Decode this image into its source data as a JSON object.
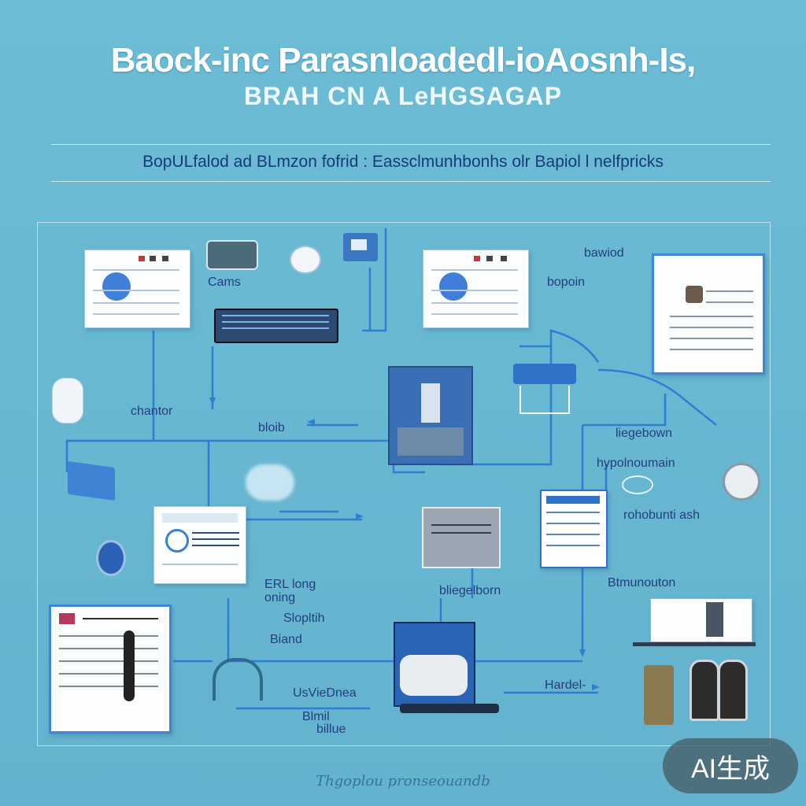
{
  "header": {
    "title": "Baock-inc Parasnloadedl-ioAosnh-Is,",
    "subtitle": "BRAH CN A LeHGSAGAP",
    "tagline": "BopULfalod ad BLmzon fofrid : Eassclmunhbonhs olr Bapiol l nelfpricks"
  },
  "labels": {
    "cams": "Cams",
    "bawiod": "bawiod",
    "bopoin": "bopoin",
    "chantor": "chantor",
    "bloib": "bloib",
    "liegebown": "liegebown",
    "hypolmunmain": "hypolnoumain",
    "rohobuti": "rohobunti ash",
    "bliegelborn": "bliegelborn",
    "erl_long": "ERL long",
    "oning": "oning",
    "sloptih": "Slopltih",
    "biand": "Biand",
    "btmunolin": "Btmunouton",
    "usvie": "UsVieDnea",
    "blmil": "Blmil",
    "billue": "billue",
    "hardel": "Hardel-"
  },
  "footer": "Thgoplou pronseouandb",
  "badge": "AI生成",
  "icons": [
    "monitor-card-icon",
    "camera-icon",
    "router-icon",
    "mouse-icon",
    "cloud-icon",
    "server-rack-icon",
    "robot-arm-icon",
    "tablet-icon",
    "clock-icon",
    "printer-icon",
    "speaker-icon",
    "bottle-icon"
  ]
}
